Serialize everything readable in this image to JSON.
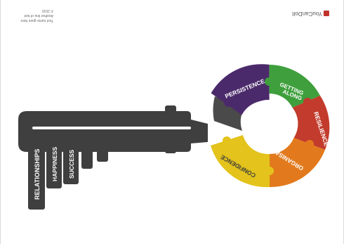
{
  "header": {
    "brand_text": "YouCanDoIt",
    "brand_mark_color": "#c0332b",
    "small_print": [
      "Tool name goes here",
      "Another line of text",
      "© 2015"
    ]
  },
  "key": {
    "shaft_color": "#3f3f3f",
    "teeth_labels": [
      "RELATIONSHIPS",
      "HAPPINESS",
      "SUCCESS",
      "",
      ""
    ],
    "wheel_segments": [
      {
        "label": "PERSISTENCE",
        "color": "#4b2a6b"
      },
      {
        "label": "GETTING ALONG",
        "color": "#3e9f3c"
      },
      {
        "label": "RESILIENCE",
        "color": "#c23b2c"
      },
      {
        "label": "ORGANISATION",
        "color": "#e27a1d"
      },
      {
        "label": "CONFIDENCE",
        "color": "#e3c31c"
      },
      {
        "label": "",
        "color": "#4a4a4a"
      }
    ]
  }
}
